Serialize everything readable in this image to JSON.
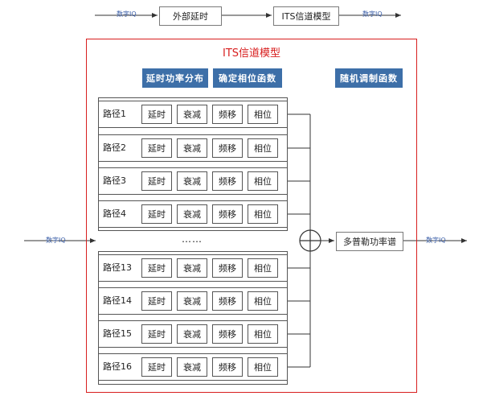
{
  "top_flow": {
    "input_label": "数字IQ",
    "external_delay": "外部延时",
    "its_model_box": "ITS信道模型",
    "output_label": "数字IQ"
  },
  "model": {
    "title": "ITS信道模型",
    "bands": {
      "delay_power": "延时功率分布",
      "determine_phase": "确定相位函数",
      "random_modulation": "随机调制函数"
    },
    "paths_upper": [
      {
        "label": "路径1"
      },
      {
        "label": "路径2"
      },
      {
        "label": "路径3"
      },
      {
        "label": "路径4"
      }
    ],
    "paths_lower": [
      {
        "label": "路径13"
      },
      {
        "label": "路径14"
      },
      {
        "label": "路径15"
      },
      {
        "label": "路径16"
      }
    ],
    "cells": [
      "延时",
      "衰减",
      "频移",
      "相位"
    ],
    "ellipsis": "……",
    "input_label": "数字IQ",
    "doppler": "多普勒功率谱",
    "output_label": "数字IQ"
  }
}
